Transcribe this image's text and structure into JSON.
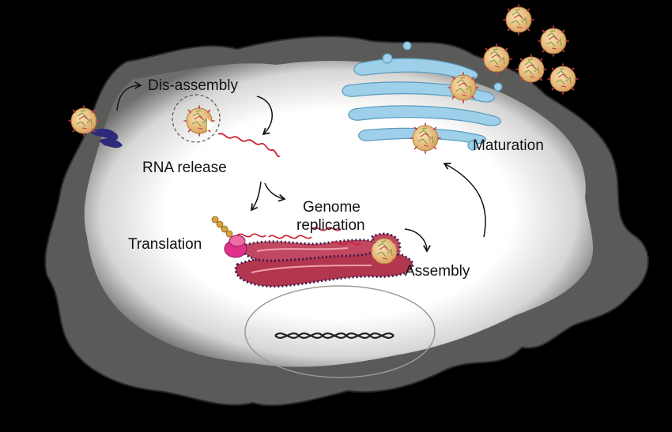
{
  "labels": {
    "disassembly": "Dis-assembly",
    "rna_release": "RNA release",
    "genome_replication_line1": "Genome",
    "genome_replication_line2": "replication",
    "translation": "Translation",
    "assembly": "Assembly",
    "maturation": "Maturation"
  },
  "colors": {
    "background": "#000000",
    "cell_body": "#5a5a58",
    "cytoplasm": "#ffffff",
    "virion_fill": "#f2c98a",
    "virion_spikes": "#c0404a",
    "receptor": "#2e2a7a",
    "er": "#b3364f",
    "rna": "#cc2233",
    "golgi": "#9fd0ea",
    "ribosome": "#e0318c",
    "peptide": "#d9a23c",
    "dna": "#222222",
    "arrow": "#111111"
  },
  "icons": [
    "virion-icon",
    "receptor-icon",
    "rna-strand-icon",
    "ribosome-icon",
    "golgi-icon",
    "er-icon",
    "dna-icon",
    "nucleus-icon"
  ]
}
